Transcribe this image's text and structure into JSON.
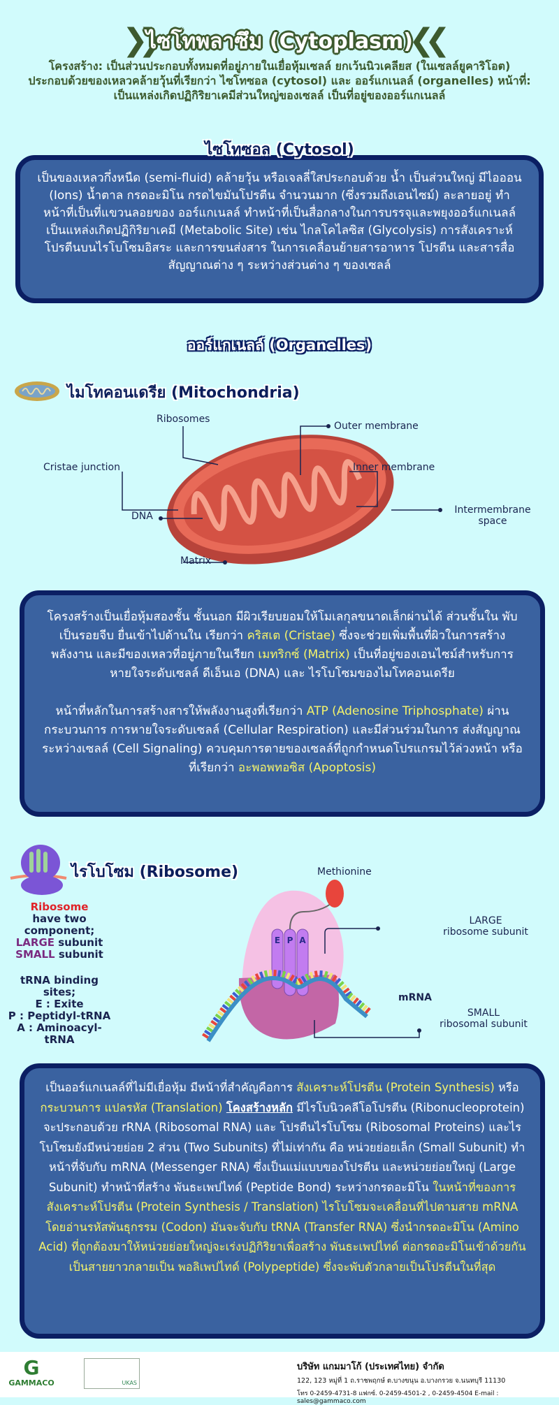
{
  "header": {
    "title": "ไซโทพลาซึม (Cytoplasm)",
    "intro": "โครงสร้าง: เป็นส่วนประกอบทั้งหมดที่อยู่ภายในเยื่อหุ้มเซลล์ ยกเว้นนิวเคลียส (ในเซลล์ยูคาริโอต) ประกอบด้วยของเหลวคล้ายวุ้นที่เรียกว่า ไซโทซอล (cytosol) และ ออร์แกเนลล์ (organelles) หน้าที่: เป็นแหล่งเกิดปฏิกิริยาเคมีส่วนใหญ่ของเซลล์ เป็นที่อยู่ของออร์แกเนลล์"
  },
  "cytosol": {
    "heading": "ไซโทซอล (Cytosol)",
    "text": "เป็นของเหลวกึ่งหนืด (semi-fluid) คล้ายวุ้น หรือเจลลี่ใสประกอบด้วย น้ำ เป็นส่วนใหญ่ มีไอออน (Ions) น้ำตาล กรดอะมิโน กรดไขมันโปรตีน จำนวนมาก (ซึ่งรวมถึงเอนไซม์) ละลายอยู่ ทำหน้าที่เป็นที่แขวนลอยของ ออร์แกเนลล์ ทำหน้าที่เป็นสื่อกลางในการบรรจุและพยุงออร์แกเนลล์ เป็นแหล่งเกิดปฏิกิริยาเคมี (Metabolic Site) เช่น ไกลโคไลซิส (Glycolysis) การสังเคราะห์โปรตีนบนไรโบโซมอิสระ และการขนส่งสาร ในการเคลื่อนย้ายสารอาหาร โปรตีน และสารสื่อสัญญาณต่าง ๆ ระหว่างส่วนต่าง ๆ ของเซลล์"
  },
  "organelles_heading": "ออร์แกเนลล์ (Organelles)",
  "mitochondria": {
    "heading": "ไมโทคอนเดรีย (Mitochondria)",
    "labels": {
      "ribosomes": "Ribosomes",
      "outer": "Outer membrane",
      "cristae": "Cristae junction",
      "inner": "Inner membrane",
      "dna": "DNA",
      "intermembrane": "Intermembrane space",
      "matrix": "Matrix"
    },
    "p1": [
      {
        "t": "โครงสร้างเป็นเยื่อหุ้มสองชั้น ชั้นนอก มีผิวเรียบยอมให้โมเลกุลขนาดเล็กผ่านได้ ส่วนชั้นใน พับเป็นรอยจีบ ยื่นเข้าไปด้านใน เรียกว่า ",
        "hl": false
      },
      {
        "t": "คริสเต (Cristae)",
        "hl": true
      },
      {
        "t": " ซึ่งจะช่วยเพิ่มพื้นที่ผิวในการสร้างพลังงาน และมีของเหลวที่อยู่ภายในเรียก ",
        "hl": false
      },
      {
        "t": "เมทริกซ์ (Matrix)",
        "hl": true
      },
      {
        "t": "  เป็นที่อยู่ของเอนไซม์สำหรับการหายใจระดับเซลล์ ดีเอ็นเอ (DNA) และ ไรโบโซมของไมโทคอนเดรีย",
        "hl": false
      }
    ],
    "p2": [
      {
        "t": "หน้าที่หลักในการสร้างสารให้พลังงานสูงที่เรียกว่า ",
        "hl": false
      },
      {
        "t": "ATP (Adenosine Triphosphate)",
        "hl": true
      },
      {
        "t": " ผ่านกระบวนการ การหายใจระดับเซลล์ (Cellular Respiration) และมีส่วนร่วมในการ ส่งสัญญาณระหว่างเซลล์ (Cell Signaling) ควบคุมการตายของเซลล์ที่ถูกกำหนดโปรแกรมไว้ล่วงหน้า หรือที่เรียกว่า ",
        "hl": false
      },
      {
        "t": "อะพอพทอซิส (Apoptosis)",
        "hl": true
      }
    ]
  },
  "ribosome": {
    "heading": "ไรโบโซม (Ribosome)",
    "components": {
      "ribosome": "Ribosome",
      "have": "have two component;",
      "large": "LARGE",
      "small": "SMALL",
      "subunit": "subunit"
    },
    "sites": [
      "tRNA binding sites;",
      "E : Exite",
      "P : Peptidyl-tRNA",
      "A : Aminoacyl-tRNA"
    ],
    "labels": {
      "methionine": "Methionine",
      "large": "LARGE",
      "large2": "ribosome subunit",
      "small": "SMALL",
      "small2": "ribosomal subunit",
      "mrna": "mRNA",
      "e": "E",
      "p": "P",
      "a": "A"
    },
    "p": [
      {
        "t": "เป็นออร์แกเนลล์ที่ไม่มีเยื่อหุ้ม มีหน้าที่สำคัญคือการ ",
        "hl": false
      },
      {
        "t": "สังเคราะห์โปรตีน (Protein Synthesis)",
        "hl": true
      },
      {
        "t": " หรือ",
        "hl": false
      },
      {
        "t": "กระบวนการ แปลรหัส (Translation)",
        "hl": true
      },
      {
        "t": " ",
        "hl": false
      },
      {
        "t": "โคงสร้างหลัก",
        "ul": true
      },
      {
        "t": " มีไรโบนิวคลีโอโปรตีน (Ribonucleoprotein) จะประกอบด้วย rRNA (Ribosomal RNA) และ โปรตีนไรโบโซม (Ribosomal Proteins) และไรโบโซมยังมีหน่วยย่อย 2 ส่วน (Two Subunits) ที่ไม่เท่ากัน คือ หน่วยย่อยเล็ก (Small Subunit) ทำหน้าที่จับกับ mRNA (Messenger RNA) ซึ่งเป็นแม่แบบของโปรตีน และหน่วยย่อยใหญ่ (Large Subunit) ทำหน้าที่สร้าง พันธะเพปไทด์ (Peptide Bond) ระหว่างกรดอะมิโน  ",
        "hl": false
      },
      {
        "t": "ในหน้าที่ของการสังเคราะห์โปรตีน (Protein Synthesis / Translation) ไรโบโซมจะเคลื่อนที่ไปตามสาย mRNA โดยอ่านรหัสพันธุกรรม (Codon) มันจะจับกับ tRNA (Transfer RNA) ซึ่งนำกรดอะมิโน (Amino Acid) ที่ถูกต้องมาให้หน่วยย่อยใหญ่จะเร่งปฏิกิริยาเพื่อสร้าง พันธะเพปไทด์ ต่อกรดอะมิโนเข้าด้วยกันเป็นสายยาวกลายเป็น พอลิเพปไทด์ (Polypeptide) ซึ่งจะพับตัวกลายเป็นโปรตีนในที่สุด",
        "hl": true
      }
    ]
  },
  "footer": {
    "logo": "GAMMACO",
    "cert": "UKAS",
    "company": "บริษัท แกมมาโก้ (ประเทศไทย) จำกัด",
    "address": "122, 123 หมู่ที่ 1 ถ.ราชพฤกษ์ ต.บางขนุน อ.บางกรวย จ.นนทบุรี 11130",
    "contact": "โทร 0-2459-4731-8  แฟกซ์. 0-2459-4501-2 , 0-2459-4504  E-mail : sales@gammaco.com"
  },
  "colors": {
    "background": "#d1fbfc",
    "box": "#3a62a0",
    "box_border": "#0b1f63",
    "highlight": "#f4f36b",
    "title_green": "#3d5a2e"
  }
}
